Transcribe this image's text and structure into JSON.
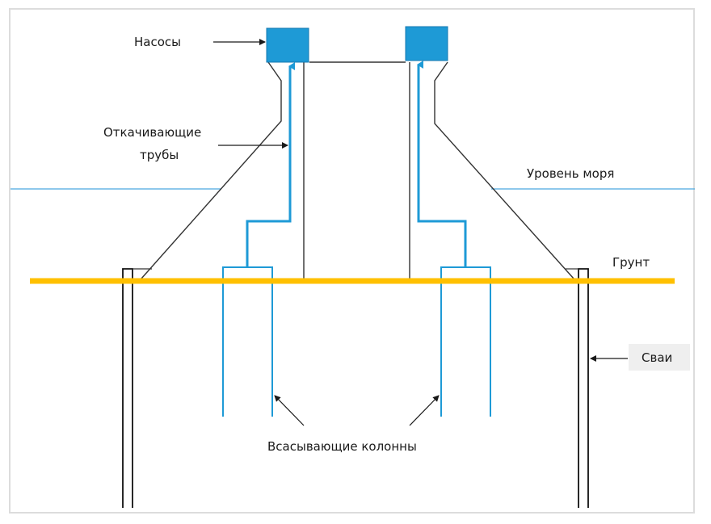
{
  "diagram": {
    "colors": {
      "pump": "#1e9ad6",
      "pipe": "#1e9ad6",
      "ground": "#ffc000",
      "sea_level": "#4aa8e0",
      "structure": "#333333",
      "label_bg": "#efefef"
    },
    "labels": {
      "pumps": "Насосы",
      "discharge_pipes_line1": "Откачивающие",
      "discharge_pipes_line2": "трубы",
      "sea_level": "Уровень моря",
      "ground": "Грунт",
      "piles": "Сваи",
      "suction_columns": "Всасывающие колонны"
    }
  }
}
